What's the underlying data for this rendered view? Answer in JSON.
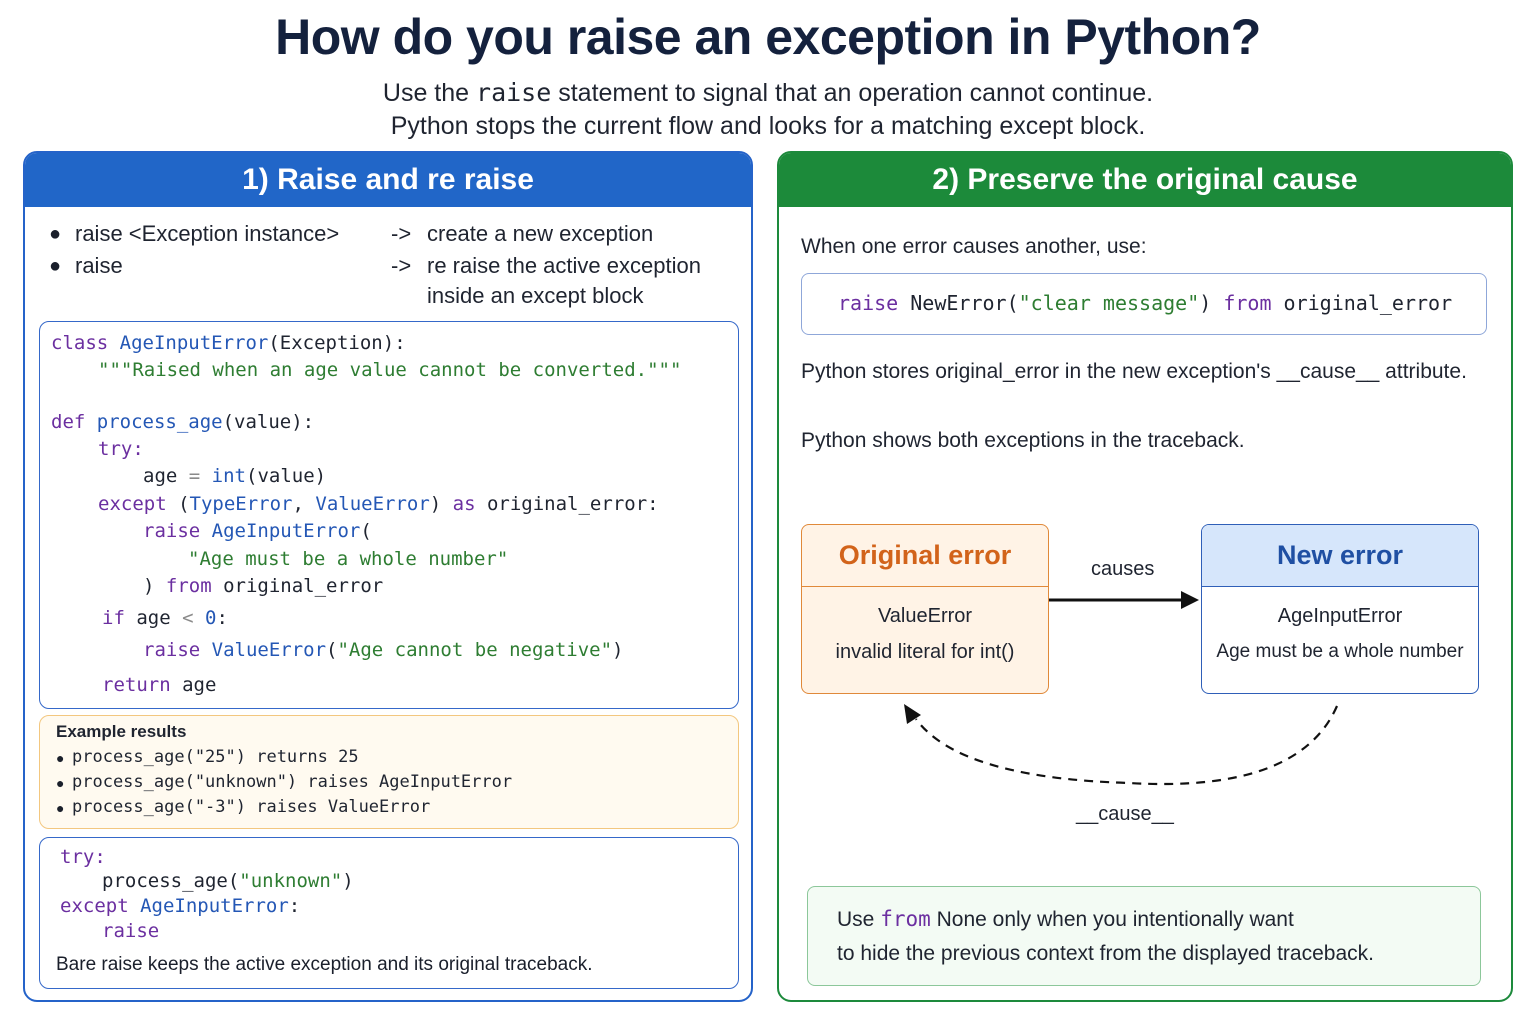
{
  "header": {
    "title": "How do you raise an exception in Python?",
    "subtitle_line1_prefix": "Use the ",
    "subtitle_line1_code": "raise",
    "subtitle_line1_suffix": " statement to signal that an operation cannot continue.",
    "subtitle_line2": "Python stops the current flow and looks for a matching except block."
  },
  "left_panel": {
    "title": "1) Raise and re raise",
    "bullets": [
      {
        "syntax": "raise  <Exception instance>",
        "arrow": "->",
        "desc": "create a new exception"
      },
      {
        "syntax": "raise",
        "arrow": "->",
        "desc": "re raise the active exception",
        "desc2": "inside an except block"
      }
    ],
    "code": {
      "l1": [
        "class ",
        "AgeInputError",
        "(Exception):"
      ],
      "l2": "\"\"\"Raised when an age value cannot be converted.\"\"\"",
      "l3": [
        "def ",
        "process_age",
        "(value):"
      ],
      "l4": "try:",
      "l5": [
        "age ",
        "=",
        " ",
        "int",
        "(value)"
      ],
      "l6": [
        "except ",
        "(",
        "TypeError",
        ", ",
        "ValueError",
        ") ",
        "as",
        " original_error:"
      ],
      "l7": [
        "raise ",
        "AgeInputError",
        "("
      ],
      "l8": "\"Age must be a whole number\"",
      "l9": [
        ") ",
        "from",
        " original_error"
      ],
      "l10": [
        "if",
        " age ",
        "<",
        " ",
        "0",
        ":"
      ],
      "l11": [
        "raise ",
        "ValueError",
        "(",
        "\"Age cannot be negative\"",
        ")"
      ],
      "l12": [
        "return",
        " age"
      ]
    },
    "results": {
      "title": "Example results",
      "items": [
        "process_age(\"25\") returns 25",
        "process_age(\"unknown\") raises AgeInputError",
        "process_age(\"-3\") raises ValueError"
      ]
    },
    "reraise_code": {
      "l1": "try:",
      "l2": [
        "process_age(",
        "\"unknown\"",
        ")"
      ],
      "l3": [
        "except ",
        "AgeInputError",
        ":"
      ],
      "l4": "raise",
      "caption": "Bare raise keeps the active exception and its original traceback."
    }
  },
  "right_panel": {
    "title": "2) Preserve the original cause",
    "intro": "When one error causes another, use:",
    "code": [
      "raise ",
      "NewError",
      "(",
      "\"clear message\"",
      ") ",
      "from",
      " original_error"
    ],
    "text1": "Python stores original_error in the new exception's __cause__ attribute.",
    "text2": "Python shows both exceptions in the traceback.",
    "diagram": {
      "original": {
        "title": "Original error",
        "line1": "ValueError",
        "line2": "invalid literal for int()"
      },
      "new": {
        "title": "New error",
        "line1": "AgeInputError",
        "line2": "Age must be a whole number"
      },
      "arrow_label": "causes",
      "back_label": "__cause__"
    },
    "note": {
      "line1_prefix": "Use ",
      "line1_code": "from",
      "line1_suffix": " None only when you intentionally want",
      "line2": "to hide the previous context from the displayed traceback."
    }
  },
  "colors": {
    "left_accent": "#2166c8",
    "right_accent": "#1c8a3a",
    "orange": "#d2631a",
    "keyword": "#6b2fa0",
    "function": "#2457b5",
    "string": "#2e7d32"
  }
}
